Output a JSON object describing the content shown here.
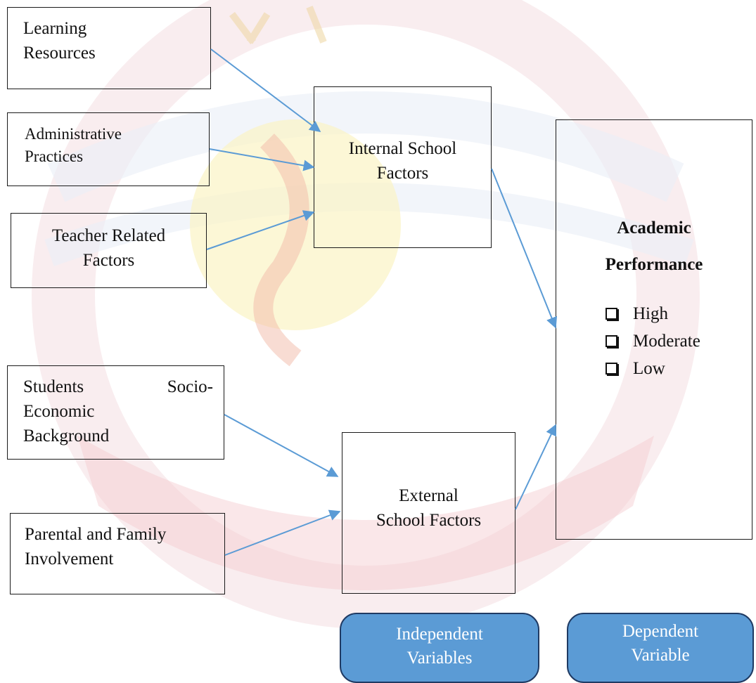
{
  "independent": {
    "learning_resources": [
      "Learning",
      "Resources"
    ],
    "administrative_practices": [
      "Administrative",
      "Practices"
    ],
    "teacher_related": [
      "Teacher Related",
      "Factors"
    ],
    "socio_economic": [
      "Students",
      "Socio-",
      "Economic",
      "Background"
    ],
    "parental_family": [
      "Parental and Family",
      "Involvement"
    ]
  },
  "mediators": {
    "internal": [
      "Internal School",
      "Factors"
    ],
    "external": [
      "External",
      "School Factors"
    ]
  },
  "outcome": {
    "title_1": "Academic",
    "title_2": "Performance",
    "levels": [
      "High",
      "Moderate",
      "Low"
    ]
  },
  "legend": {
    "independent": [
      "Independent",
      "Variables"
    ],
    "dependent": [
      "Dependent",
      "Variable"
    ]
  },
  "colors": {
    "arrow": "#5b9bd5",
    "legend_fill": "#5b9bd5",
    "legend_border": "#1f3a63"
  }
}
